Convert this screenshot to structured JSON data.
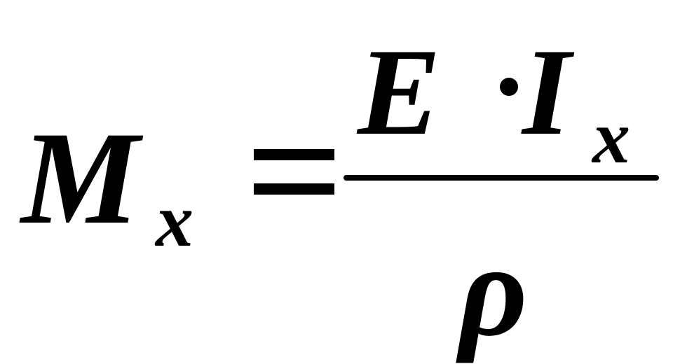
{
  "formula": {
    "lhs": {
      "variable": "M",
      "subscript": "x"
    },
    "operator": "=",
    "numerator": {
      "factor1": "E",
      "multiply": "·",
      "factor2": "I",
      "factor2_subscript": "x"
    },
    "denominator": {
      "variable": "ρ"
    }
  },
  "colors": {
    "text": "#000000",
    "background": "#ffffff"
  }
}
